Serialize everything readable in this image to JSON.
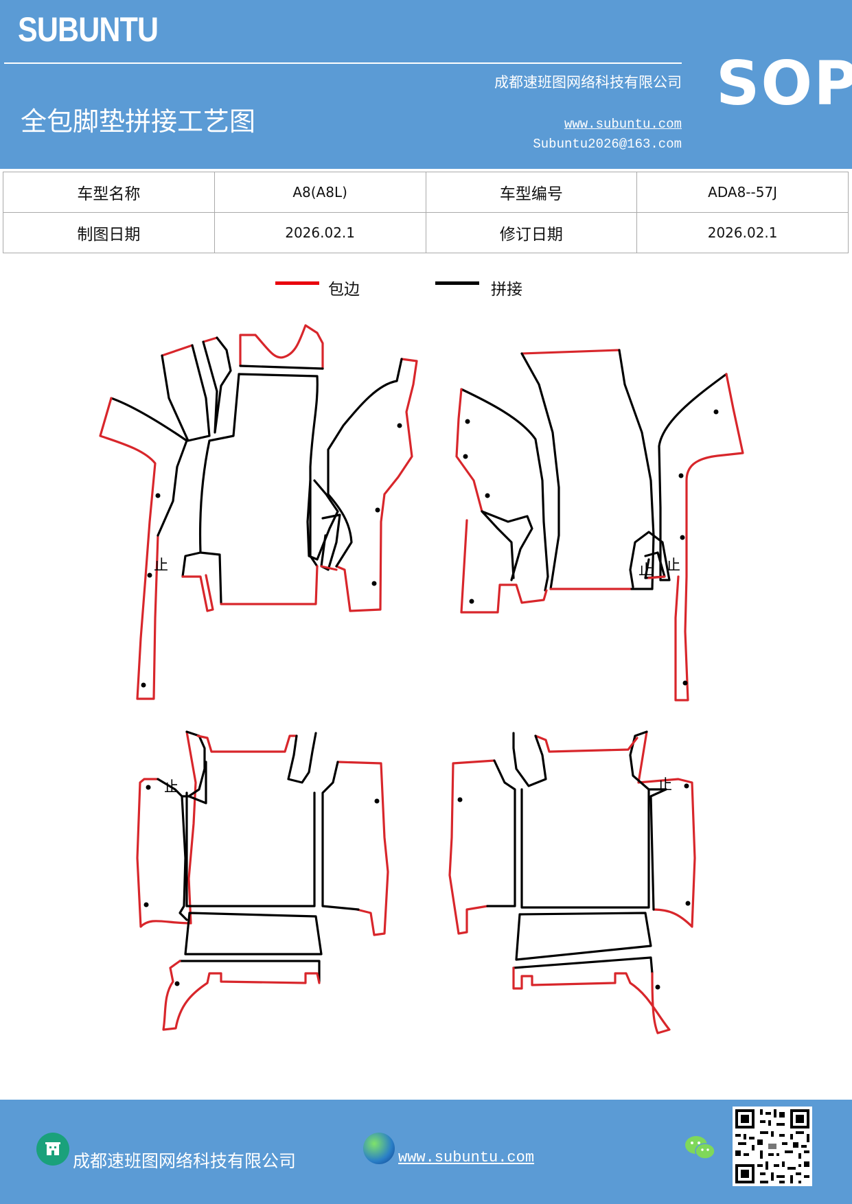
{
  "header": {
    "brand": "SUBUNTU",
    "company": "成都速班图网络科技有限公司",
    "title": "全包脚垫拼接工艺图",
    "website": "www.subuntu.com",
    "email": "Subuntu2026@163.com",
    "badge": "SOP"
  },
  "info_table": {
    "rows": [
      {
        "label1": "车型名称",
        "value1": "A8(A8L)",
        "label2": "车型编号",
        "value2": "ADA8--57J"
      },
      {
        "label1": "制图日期",
        "value1": "2026.02.1",
        "label2": "修订日期",
        "value2": "2026.02.1"
      }
    ]
  },
  "legend": {
    "edge": {
      "label": "包边",
      "color": "#e8000d"
    },
    "seam": {
      "label": "拼接",
      "color": "#000000"
    }
  },
  "diagram": {
    "stop_marker": "止"
  },
  "footer": {
    "company": "成都速班图网络科技有限公司",
    "website": "www.subuntu.com",
    "icons": [
      "building-icon",
      "globe-icon",
      "wechat-icon",
      "qr-code"
    ]
  },
  "colors": {
    "header_bg": "#5b9bd5",
    "edge": "#e8000d",
    "seam": "#000000"
  }
}
